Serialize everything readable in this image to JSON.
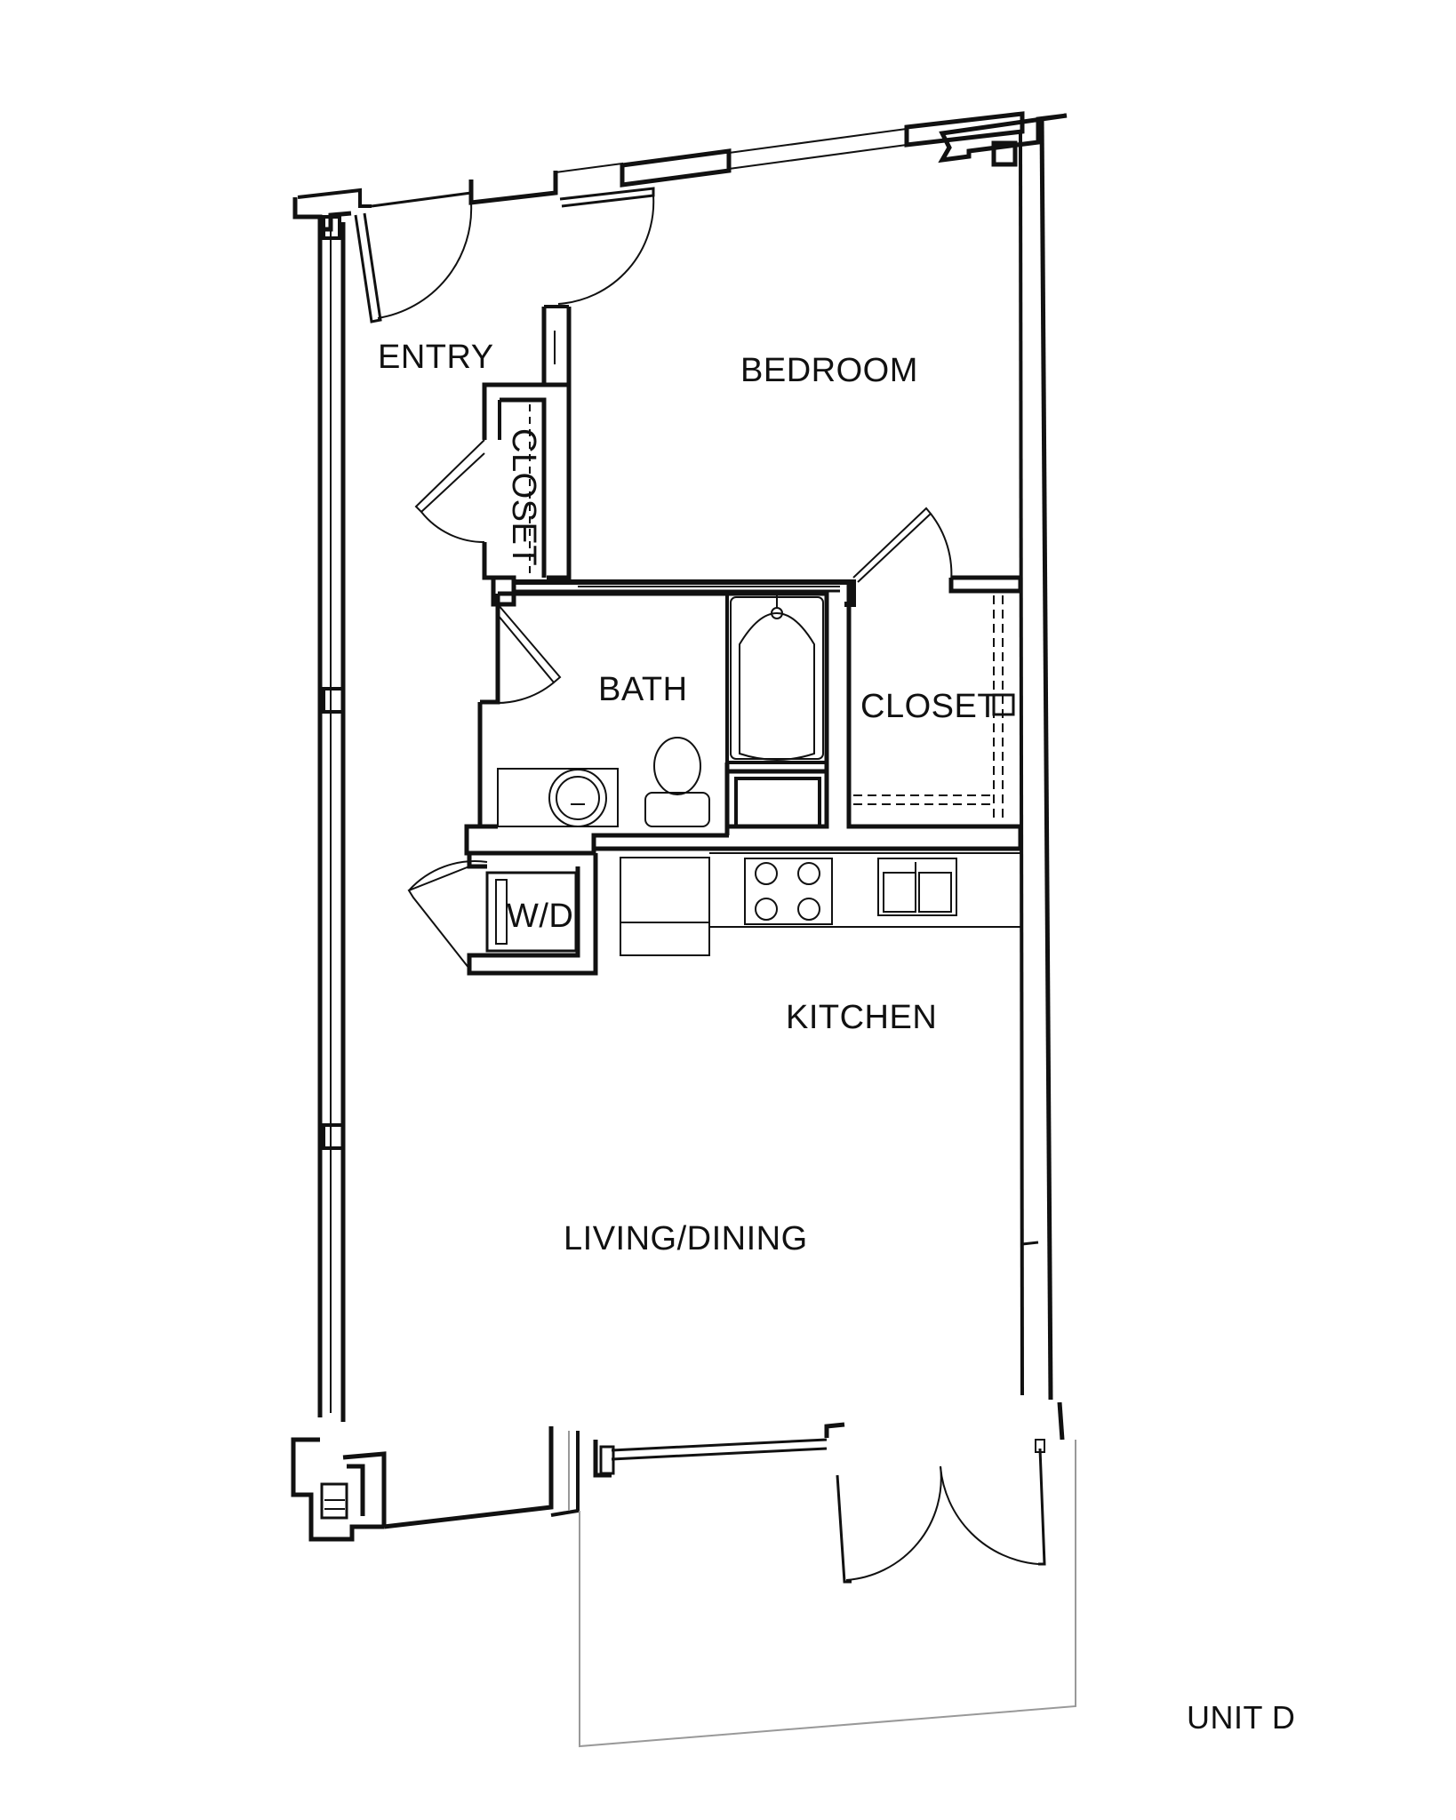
{
  "colors": {
    "wall": "#111111",
    "fixture": "#222222",
    "light_line": "#999999",
    "background": "#ffffff"
  },
  "rooms": {
    "entry": "ENTRY",
    "bedroom": "BEDROOM",
    "entry_closet": "CLOSET",
    "bath": "BATH",
    "bedroom_closet": "CLOSET",
    "laundry": "W/D",
    "kitchen": "KITCHEN",
    "living_dining": "LIVING/DINING"
  },
  "unit_label": "UNIT D"
}
